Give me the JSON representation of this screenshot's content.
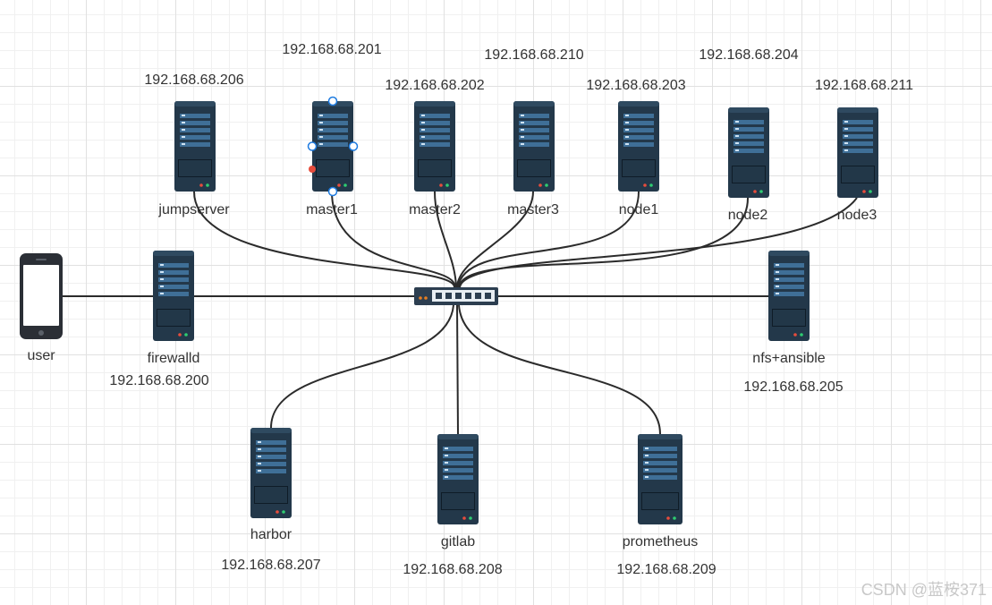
{
  "diagram": {
    "devices": [
      {
        "id": "jumpserver",
        "name": "jumpserver",
        "ip": "192.168.68.206",
        "icon": "server-icon"
      },
      {
        "id": "master1",
        "name": "master1",
        "ip": "192.168.68.201",
        "icon": "server-icon",
        "selected": true
      },
      {
        "id": "master2",
        "name": "master2",
        "ip": "192.168.68.202",
        "icon": "server-icon"
      },
      {
        "id": "master3",
        "name": "master3",
        "ip": "192.168.68.210",
        "icon": "server-icon"
      },
      {
        "id": "node1",
        "name": "node1",
        "ip": "192.168.68.203",
        "icon": "server-icon"
      },
      {
        "id": "node2",
        "name": "node2",
        "ip": "192.168.68.204",
        "icon": "server-icon"
      },
      {
        "id": "node3",
        "name": "node3",
        "ip": "192.168.68.211",
        "icon": "server-icon"
      },
      {
        "id": "firewalld",
        "name": "firewalld",
        "ip": "192.168.68.200",
        "icon": "server-icon"
      },
      {
        "id": "nfs-ansible",
        "name": "nfs+ansible",
        "ip": "192.168.68.205",
        "icon": "server-icon"
      },
      {
        "id": "harbor",
        "name": "harbor",
        "ip": "192.168.68.207",
        "icon": "server-icon"
      },
      {
        "id": "gitlab",
        "name": "gitlab",
        "ip": "192.168.68.208",
        "icon": "server-icon"
      },
      {
        "id": "prometheus",
        "name": "prometheus",
        "ip": "192.168.68.209",
        "icon": "server-icon"
      }
    ],
    "user": {
      "name": "user",
      "icon": "phone-icon"
    },
    "switch": {
      "icon": "network-switch-icon"
    }
  },
  "watermark": "CSDN @蓝桉371",
  "colors": {
    "server_body": "#23384a",
    "server_panel": "#3f6f97",
    "link": "#2b2b2b",
    "selection": "#1e7be0",
    "led_red": "#e74c3c",
    "led_green": "#2ecc71"
  }
}
